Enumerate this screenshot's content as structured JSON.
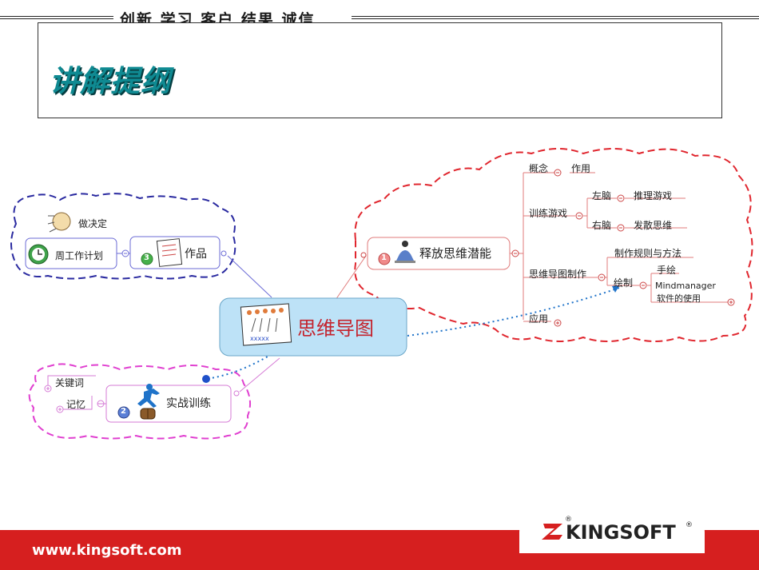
{
  "header": {
    "motto": "创新 学习 客户 结果 诚信",
    "title": "讲解提纲"
  },
  "mindmap": {
    "central": "思维导图",
    "branch_right": {
      "label": "释放思维潜能",
      "badge": "1",
      "items": {
        "concept": "概念",
        "role": "作用",
        "training": "训练游戏",
        "left_brain": "左脑",
        "reasoning": "推理游戏",
        "right_brain": "右脑",
        "divergent": "发散思维",
        "making": "思维导图制作",
        "rules": "制作规则与方法",
        "draw": "绘制",
        "hand": "手绘",
        "software_name": "Mindmanager",
        "software_use": "软件的使用",
        "apply": "应用"
      }
    },
    "branch_upper_left": {
      "label": "作品",
      "badge": "3",
      "weekly": "周工作计划",
      "decide": "做决定"
    },
    "branch_lower_left": {
      "label": "实战训练",
      "badge": "2",
      "keywords": "关键词",
      "memory": "记忆"
    }
  },
  "footer": {
    "url": "www.kingsoft.com",
    "logo": "KINGSOFT",
    "logo_mark": "®"
  },
  "colors": {
    "accent_red": "#d61f1f",
    "title_teal": "#0f8a92",
    "central_fill": "#bde2f7",
    "red_cloud": "#e0262e",
    "blue_cloud": "#2a2aa0",
    "pink_cloud": "#e040d0"
  }
}
